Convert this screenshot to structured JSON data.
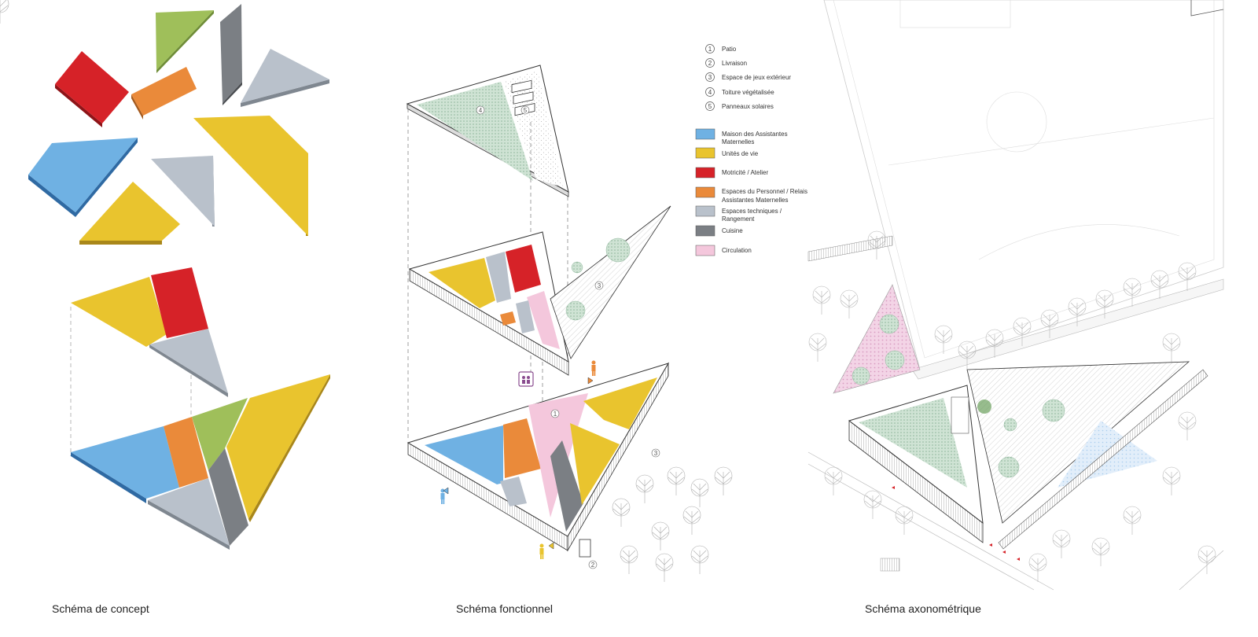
{
  "captions": {
    "concept": "Schéma de concept",
    "functional": "Schéma fonctionnel",
    "axonometric": "Schéma axonométrique"
  },
  "legend_numbers": [
    {
      "num": "1",
      "label": "Patio"
    },
    {
      "num": "2",
      "label": "Livraison"
    },
    {
      "num": "3",
      "label": "Espace de jeux extérieur"
    },
    {
      "num": "4",
      "label": "Toiture végétalisée"
    },
    {
      "num": "5",
      "label": "Panneaux solaires"
    }
  ],
  "legend_colors": [
    {
      "lines": [
        "Maison des Assistantes",
        "Maternelles"
      ],
      "color": "#6fb1e3"
    },
    {
      "lines": [
        "Unités de vie"
      ],
      "color": "#e9c42e"
    },
    {
      "lines": [
        "Motricité / Atelier"
      ],
      "color": "#d62228"
    },
    {
      "lines": [
        "Espaces du Personnel / Relais",
        "Assistantes Maternelles"
      ],
      "color": "#ea8a3a"
    },
    {
      "lines": [
        "Espaces techniques /",
        "Rangement"
      ],
      "color": "#b9c1cb"
    },
    {
      "lines": [
        "Cuisine"
      ],
      "color": "#7b7f84"
    },
    {
      "lines": [
        "Circulation"
      ],
      "color": "#f4c7dc"
    }
  ],
  "diagram_labels": {
    "roof_green": "4",
    "roof_solar": "5",
    "play_upper": "3",
    "patio": "1",
    "play_lower": "3",
    "delivery": "2"
  },
  "colors": {
    "blue": "#6fb1e3",
    "yellow": "#e9c42e",
    "red": "#d62228",
    "orange": "#ea8a3a",
    "light_gray": "#b9c1cb",
    "dark_gray": "#7b7f84",
    "green": "#9fbf5a",
    "pink": "#f4c7dc"
  }
}
